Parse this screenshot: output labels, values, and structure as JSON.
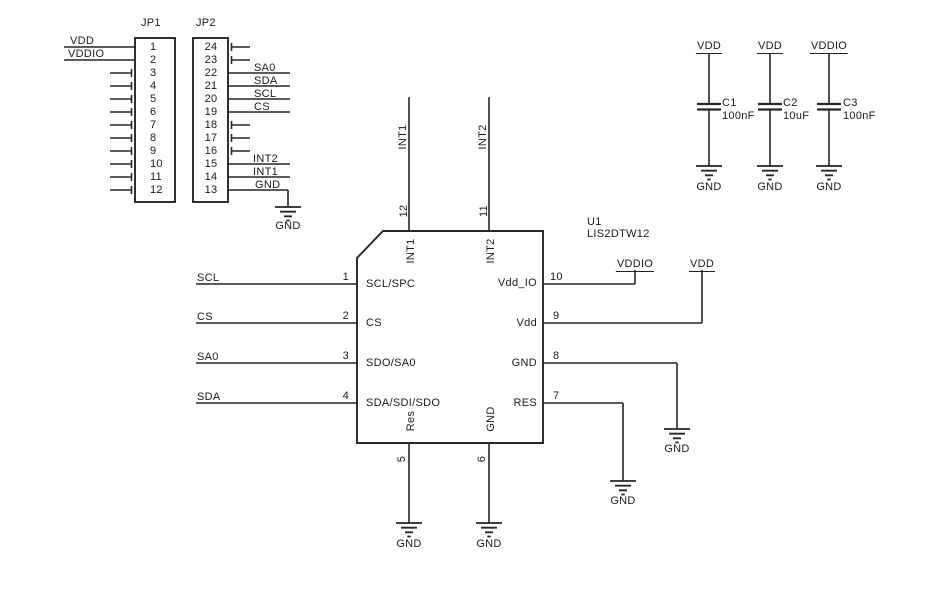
{
  "colors": {
    "ink": "#262626",
    "text": "#1a1a1a",
    "background": "#ffffff"
  },
  "nets": {
    "vdd": "VDD",
    "vddio": "VDDIO",
    "scl": "SCL",
    "cs": "CS",
    "sa0": "SA0",
    "sda": "SDA",
    "int1": "INT1",
    "int2": "INT2",
    "gnd": "GND"
  },
  "jp1": {
    "label": "JP1",
    "pins": [
      "1",
      "2",
      "3",
      "4",
      "5",
      "6",
      "7",
      "8",
      "9",
      "10",
      "11",
      "12"
    ]
  },
  "jp2": {
    "label": "JP2",
    "pins": [
      "24",
      "23",
      "22",
      "21",
      "20",
      "19",
      "18",
      "17",
      "16",
      "15",
      "14",
      "13"
    ]
  },
  "ic": {
    "ref": "U1",
    "part": "LIS2DTW12",
    "pins": {
      "p1": {
        "num": "1",
        "name": "SCL/SPC"
      },
      "p2": {
        "num": "2",
        "name": "CS"
      },
      "p3": {
        "num": "3",
        "name": "SDO/SA0"
      },
      "p4": {
        "num": "4",
        "name": "SDA/SDI/SDO"
      },
      "p5": {
        "num": "5",
        "name": "Res"
      },
      "p6": {
        "num": "6",
        "name": "GND"
      },
      "p7": {
        "num": "7",
        "name": "RES"
      },
      "p8": {
        "num": "8",
        "name": "GND"
      },
      "p9": {
        "num": "9",
        "name": "Vdd"
      },
      "p10": {
        "num": "10",
        "name": "Vdd_IO"
      },
      "p11": {
        "num": "11",
        "name": "INT2"
      },
      "p12": {
        "num": "12",
        "name": "INT1"
      }
    }
  },
  "capacitors": [
    {
      "ref": "C1",
      "value": "100nF",
      "top_net": "VDD",
      "bottom_net": "GND"
    },
    {
      "ref": "C2",
      "value": "10uF",
      "top_net": "VDD",
      "bottom_net": "GND"
    },
    {
      "ref": "C3",
      "value": "100nF",
      "top_net": "VDDIO",
      "bottom_net": "GND"
    }
  ]
}
